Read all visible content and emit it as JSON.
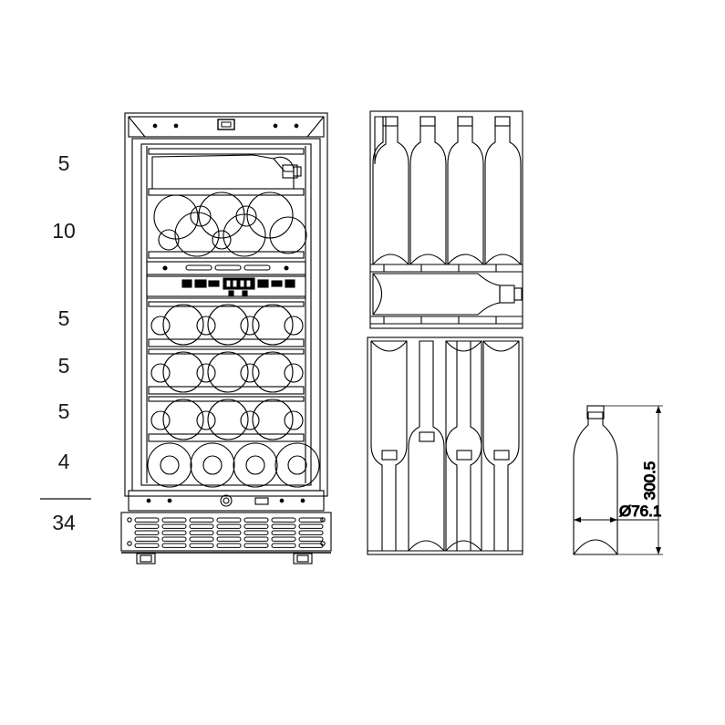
{
  "drawing": {
    "title": "Wine cooler capacity and bottle dimension drawing",
    "units": "mm"
  },
  "capacity_list": {
    "name": "bottle-capacity-column",
    "rows": [
      {
        "label": "5",
        "shelf": "top-angled-display-shelf"
      },
      {
        "label": "10",
        "shelf": "upper-double-stack-shelf"
      },
      {
        "label": "5",
        "shelf": "shelf-3"
      },
      {
        "label": "5",
        "shelf": "shelf-4"
      },
      {
        "label": "5",
        "shelf": "shelf-5"
      },
      {
        "label": "4",
        "shelf": "bottom-shelf"
      }
    ],
    "total": "34",
    "has_total_rule": true
  },
  "cabinet": {
    "name": "wine-cooler-front-view",
    "handle": "door-handle",
    "control_panel": {
      "name": "control-panel",
      "display": "digital-temperature-display",
      "left_buttons": 3,
      "right_buttons": 3,
      "indicator_leds": 2
    },
    "grille": {
      "name": "ventilation-grille",
      "columns": 7,
      "rows": 5
    },
    "feet": 2,
    "shelf_rows": [
      {
        "type": "angled-bottle-silhouette",
        "count": 5
      },
      {
        "type": "circles-double-row",
        "count": 10
      },
      {
        "type": "circles-row",
        "count": 5
      },
      {
        "type": "circles-row",
        "count": 5
      },
      {
        "type": "circles-row",
        "count": 5
      },
      {
        "type": "circles-row-large",
        "count": 4
      }
    ]
  },
  "shelf_plan_top": {
    "name": "shelf-plan-view-upper",
    "upright_bottles": 4,
    "horizontal_bottles": 1,
    "total": 5
  },
  "shelf_plan_bottom": {
    "name": "shelf-plan-view-lower",
    "bottles_up": 3,
    "bottles_down": 2,
    "total": 5
  },
  "bottle_detail": {
    "name": "bottle-dimension-detail",
    "height_label": "300.5",
    "diameter_label": "Ø76.1",
    "height_value": 300.5,
    "diameter_value": 76.1
  },
  "colors": {
    "line": "#000000",
    "text": "#1a1a1a",
    "background": "#ffffff"
  }
}
